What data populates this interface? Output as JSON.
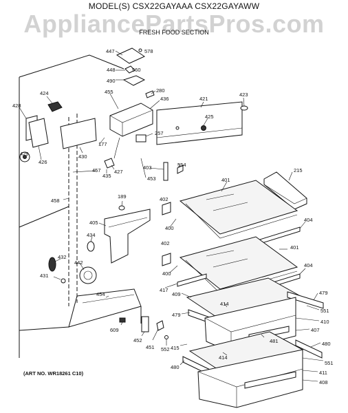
{
  "header": {
    "model": "MODEL(S) CSX22GAYAAA  CSX22GAYAWW",
    "watermark": "AppliancePartsPros.com",
    "section": "FRESH FOOD SECTION"
  },
  "art_number": "(ART NO. WR18261 C10)",
  "callouts": [
    "447",
    "578",
    "448",
    "560",
    "490",
    "280",
    "424",
    "455",
    "436",
    "421",
    "423",
    "428",
    "425",
    "257",
    "426",
    "430",
    "177",
    "427",
    "435",
    "403",
    "554",
    "453",
    "429",
    "457",
    "215",
    "401",
    "189",
    "402",
    "458",
    "405",
    "400",
    "404",
    "434",
    "401",
    "432",
    "402",
    "442",
    "431",
    "404",
    "400",
    "417",
    "409",
    "479",
    "414",
    "551",
    "454",
    "479",
    "410",
    "407",
    "609",
    "481",
    "480",
    "452",
    "451",
    "552",
    "415",
    "414",
    "551",
    "480",
    "411",
    "408"
  ]
}
